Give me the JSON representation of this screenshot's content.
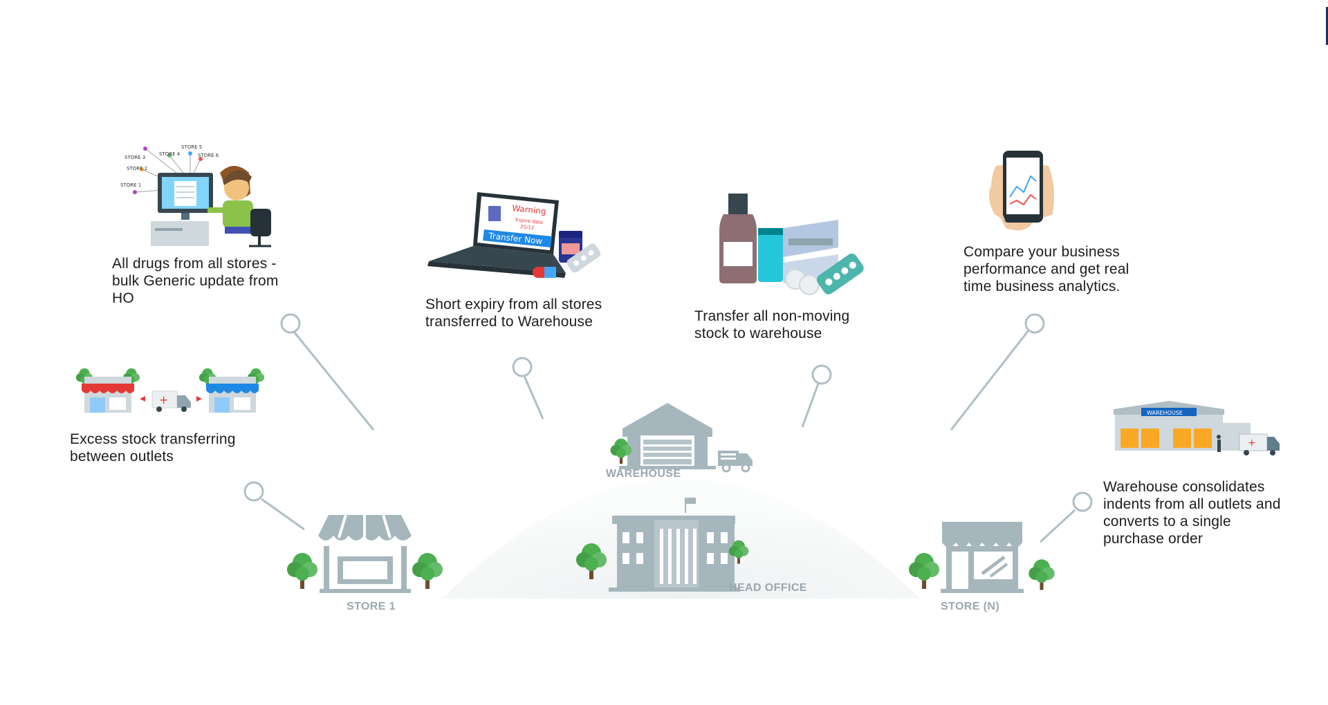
{
  "nodes": {
    "warehouse": "WAREHOUSE",
    "head_office": "HEAD OFFICE",
    "store_1": "STORE 1",
    "store_n": "STORE (N)"
  },
  "features": {
    "bulk_generic": [
      "All drugs from all stores -",
      "bulk Generic update from",
      "HO"
    ],
    "short_expiry": [
      "Short expiry from all stores",
      "transferred to Warehouse"
    ],
    "non_moving": [
      "Transfer all non-moving",
      "stock to warehouse"
    ],
    "analytics": [
      "Compare your business",
      "performance and get real",
      "time business analytics."
    ],
    "excess_stock": [
      "Excess stock transferring",
      "between outlets"
    ],
    "consolidate": [
      "Warehouse consolidates",
      "indents from all outlets and",
      "converts to a single",
      "purchase order"
    ]
  },
  "illustrations": {
    "store_labels": [
      "STORE 1",
      "STORE 2",
      "STORE 3",
      "STORE 4",
      "STORE 5",
      "STORE 6"
    ],
    "warning_screen": {
      "title": "Warning",
      "line1": "Expire date",
      "line2": "25/12",
      "button": "Transfer Now"
    },
    "warehouse_sign": "WAREHOUSE"
  },
  "colors": {
    "building": "#a6b6bd",
    "tree": "#4caf50",
    "connector": "#b0bec5",
    "hill": "#f3f5f6",
    "text": "#1c1c1c"
  }
}
